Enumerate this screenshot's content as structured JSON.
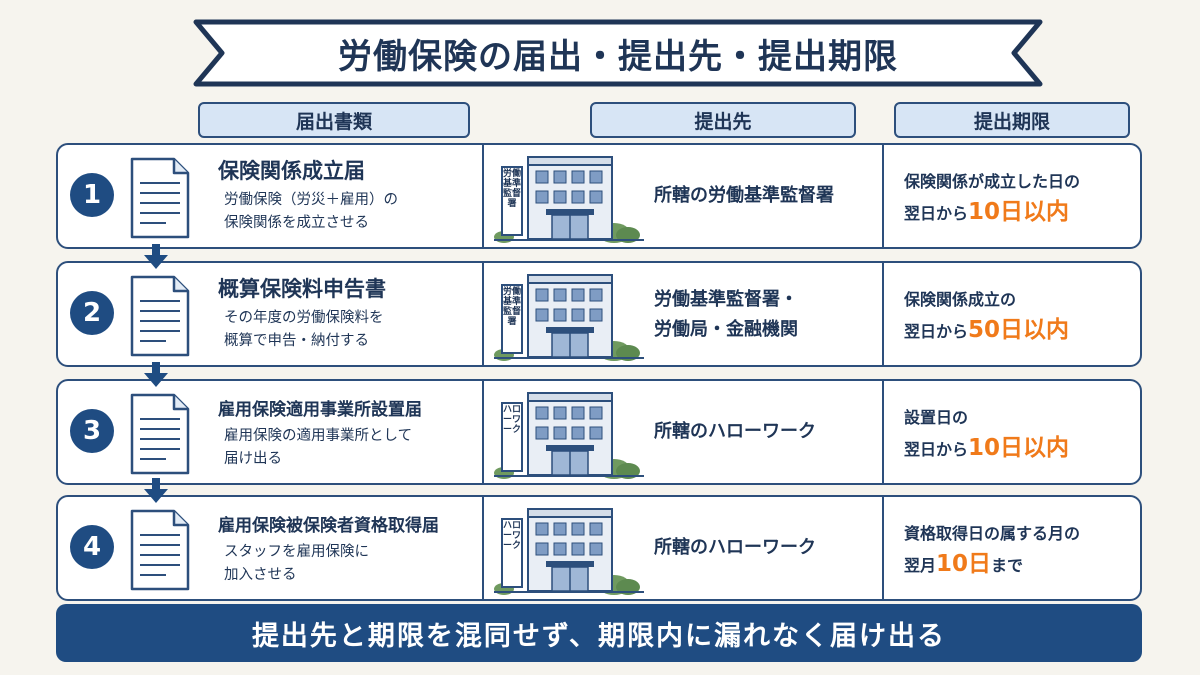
{
  "title": "労働保険の届出・提出先・提出期限",
  "headers": {
    "document": "届出書類",
    "office": "提出先",
    "deadline": "提出期限"
  },
  "rows": [
    {
      "number": "1",
      "title": "保険関係成立届",
      "desc_lines": [
        "労働保険（労災＋雇用）の",
        "保険関係を成立させる"
      ],
      "building_sign": "労働基準監督署",
      "office_lines": [
        "所轄の労働基準監督署"
      ],
      "deadline_line1": "保険関係が成立した日の",
      "deadline_pre": "翌日から",
      "deadline_highlight": "10日以内",
      "deadline_post": ""
    },
    {
      "number": "2",
      "title": "概算保険料申告書",
      "desc_lines": [
        "その年度の労働保険料を",
        "概算で申告・納付する"
      ],
      "building_sign": "労働基準監督署",
      "office_lines": [
        "労働基準監督署・",
        "労働局・金融機関"
      ],
      "deadline_line1": "保険関係成立の",
      "deadline_pre": "翌日から",
      "deadline_highlight": "50日以内",
      "deadline_post": ""
    },
    {
      "number": "3",
      "title": "雇用保険適用事業所設置届",
      "desc_lines": [
        "雇用保険の適用事業所として",
        "届け出る"
      ],
      "building_sign": "ハローワーク",
      "office_lines": [
        "所轄のハローワーク"
      ],
      "deadline_line1": "設置日の",
      "deadline_pre": "翌日から",
      "deadline_highlight": "10日以内",
      "deadline_post": ""
    },
    {
      "number": "4",
      "title": "雇用保険被保険者資格取得届",
      "desc_lines": [
        "スタッフを雇用保険に",
        "加入させる"
      ],
      "building_sign": "ハローワーク",
      "office_lines": [
        "所轄のハローワーク"
      ],
      "deadline_line1": "資格取得日の属する月の",
      "deadline_pre": "翌月",
      "deadline_highlight": "10日",
      "deadline_post": "まで"
    }
  ],
  "footer": "提出先と期限を混同せず、期限内に漏れなく届け出る",
  "colors": {
    "navy": "#1f4c82",
    "border": "#2d4f7c",
    "header_fill": "#d7e5f5",
    "highlight": "#f07a1a",
    "background": "#f6f4ee"
  }
}
